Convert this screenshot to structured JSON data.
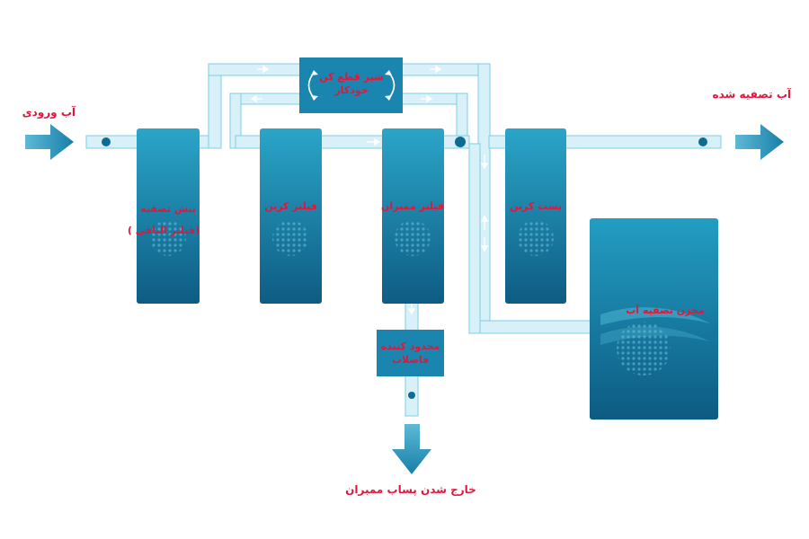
{
  "labels": {
    "water_in": "آب ورودی",
    "water_out": "آب تصفیه شده",
    "pre_filter": "پیش تصفیه",
    "pre_filter_sub": "(فیلتر الیافی )",
    "carbon_filter": "فیلتر کربن",
    "membrane_filter": "فیلتر ممبران",
    "post_carbon": "پست کربن",
    "tank": "مخزن تصفیه آب",
    "valve_line1": "شیر قطع کن",
    "valve_line2": "خودکار",
    "flow_restrictor_line1": "محدود کننده",
    "flow_restrictor_line2": "فاضلاب",
    "drain": "خارج شدن پساب ممبران"
  },
  "colors": {
    "pipe_fill": "#d8f1f8",
    "pipe_stroke": "#7fcde4",
    "vessel_top": "#2a9ec1",
    "vessel_bottom": "#0e5f86",
    "arrow": "#1b87b0",
    "label": "#e0173c"
  }
}
